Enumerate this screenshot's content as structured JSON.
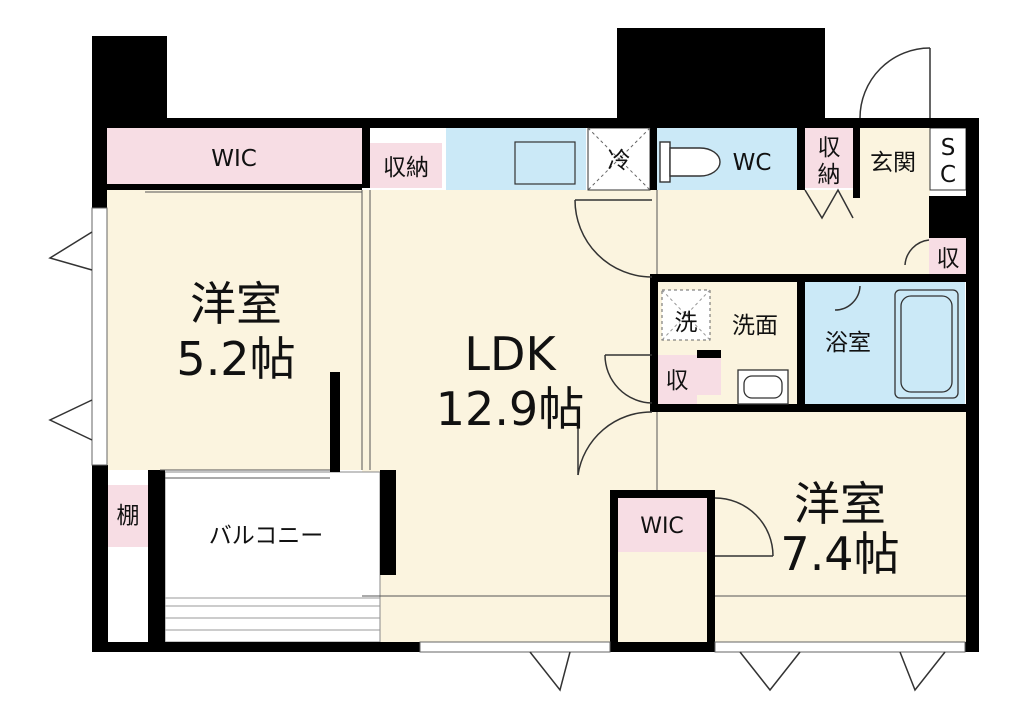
{
  "colors": {
    "wall": "#000000",
    "room": "#fbf4df",
    "closet": "#f7dde4",
    "water": "#cbe9f7",
    "balcony": "#ffffff",
    "line": "#222222"
  },
  "rooms": {
    "western1_name": "洋室",
    "western1_size": "5.2帖",
    "ldk_name": "LDK",
    "ldk_size": "12.9帖",
    "western2_name": "洋室",
    "western2_size": "7.4帖",
    "wash": "洗面",
    "bath": "浴室",
    "wc": "WC",
    "entrance": "玄関",
    "balcony": "バルコニー"
  },
  "storage": {
    "wic_top": "WIC",
    "wic_bottom": "WIC",
    "shuno_kitchen": "収納",
    "shuno_hall_1": "収",
    "shuno_hall_2": "納",
    "shu_entrance": "収",
    "shu_wash": "収",
    "tana": "棚",
    "sc_1": "S",
    "sc_2": "C"
  },
  "fixtures": {
    "fridge": "冷",
    "washer": "洗"
  }
}
